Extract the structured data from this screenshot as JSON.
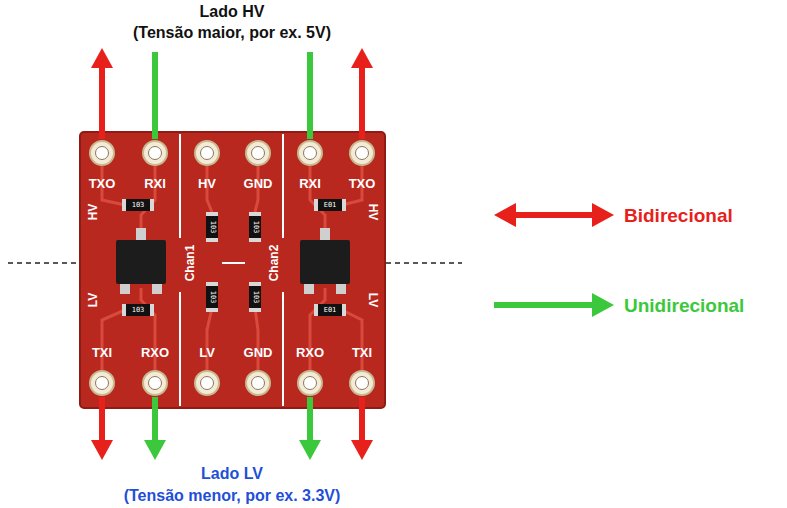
{
  "diagram": {
    "labels": [
      "Lado HV",
      "(Tensão maior, por ex. 5V)",
      "TXO",
      "RXI",
      "HV",
      "GND",
      "RXI",
      "TXO",
      "HV",
      "HV",
      "Chan1",
      "Chan2",
      "LV",
      "LV",
      "TXI",
      "RXO",
      "LV",
      "GND",
      "RXO",
      "TXI",
      "103",
      "E01",
      "103",
      "E01",
      "103",
      "103",
      "103",
      "103",
      "Lado LV",
      "(Tensão menor, por ex. 3.3V)"
    ],
    "legend": [
      {
        "text": "Bidirecional"
      },
      {
        "text": "Unidirecional"
      }
    ]
  }
}
